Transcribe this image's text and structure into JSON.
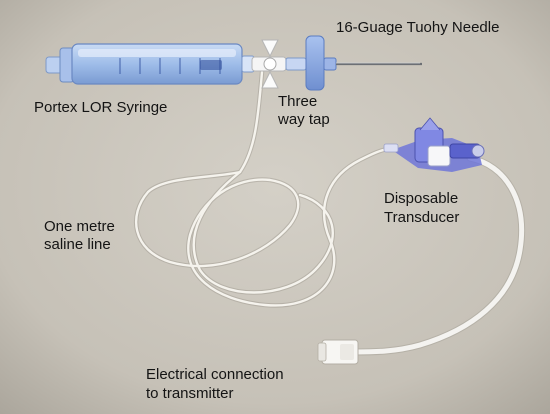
{
  "labels": {
    "needle": "16-Guage Tuohy Needle",
    "syringe": "Portex LOR Syringe",
    "tap_line1": "Three",
    "tap_line2": "way tap",
    "transducer_line1": "Disposable",
    "transducer_line2": "Transducer",
    "saline_line1": "One metre",
    "saline_line2": "saline line",
    "electrical_line1": "Electrical connection",
    "electrical_line2": "to transmitter"
  },
  "colors": {
    "background": "#c9c4ba",
    "tubing": "#f2f0ea",
    "syringe_blue": "#8fb0e2",
    "transducer_blue": "#6f75d8",
    "cable": "#efeeec"
  }
}
